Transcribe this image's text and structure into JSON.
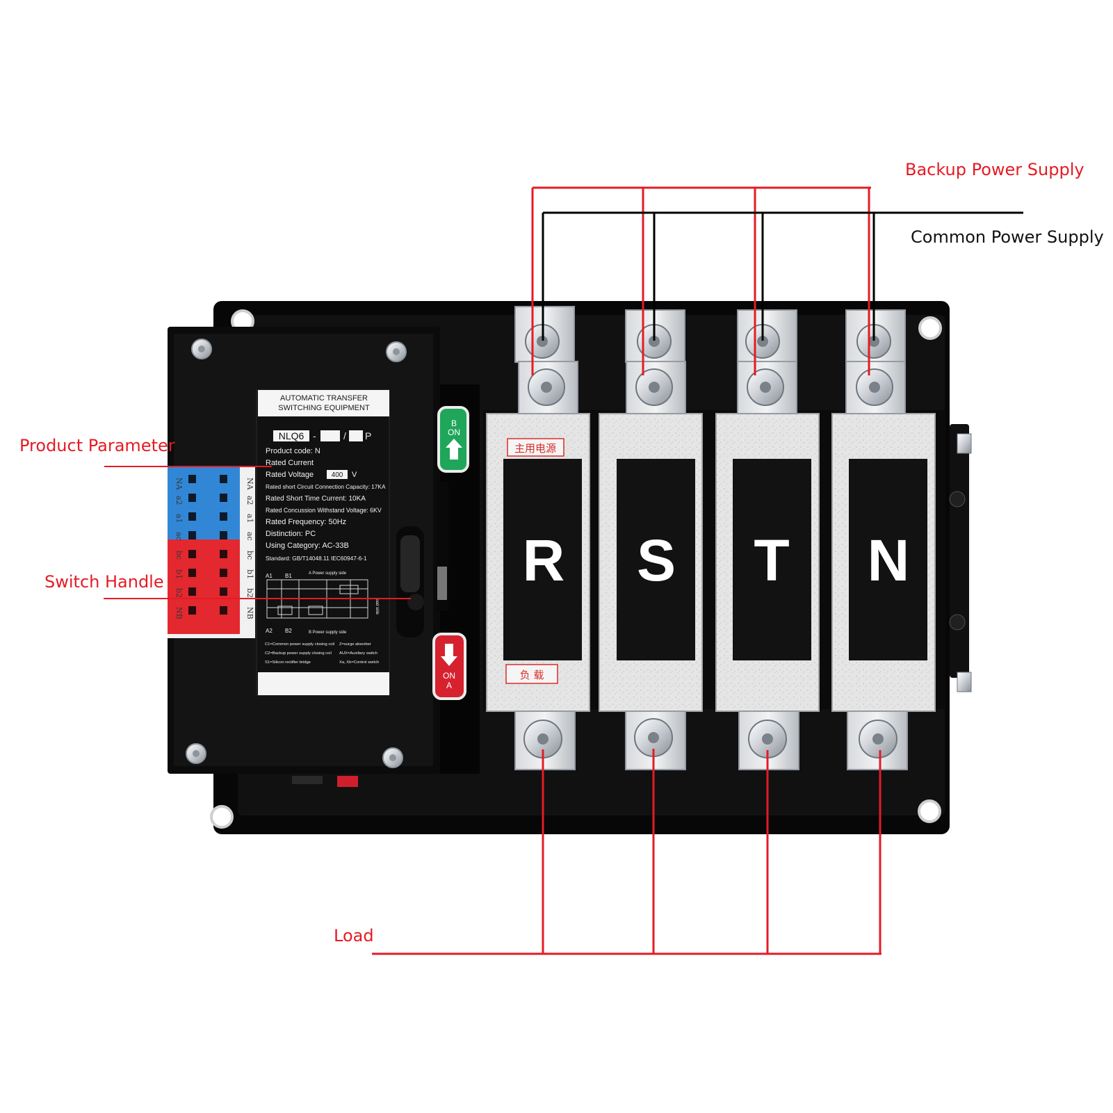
{
  "callouts": {
    "backup_power_supply": "Backup Power Supply",
    "common_power_supply": "Common Power Supply",
    "product_parameter": "Product Parameter",
    "switch_handle": "Switch Handle",
    "load": "Load"
  },
  "nameplate": {
    "title_line_1": "AUTOMATIC TRANSFER",
    "title_line_2": "SWITCHING EQUIPMENT",
    "model_prefix": "NLQ6",
    "model_dash": "-",
    "model_slash": "/",
    "model_suffix": "P",
    "specs": [
      "Product code: N",
      "Rated Current",
      "Rated Voltage",
      "Rated short Circuit Connection Capacity: 17KA",
      "Rated Short Time Current: 10KA",
      "Rated Concussion Withstand Voltage: 6KV",
      "Rated Frequency: 50Hz",
      "Distinction: PC",
      "Using Category: AC-33B",
      "Standard: GB/T14048.11 IEC60947-6-1"
    ],
    "rated_voltage_value": "400",
    "rated_voltage_unit": "V",
    "diagram_labels": {
      "a1": "A1",
      "b1": "B1",
      "a2": "A2",
      "b2": "B2",
      "power_side_top": "A Power supply side",
      "power_side_bottom": "B Power supply side",
      "load_side": "load side"
    },
    "legend": {
      "c1": "C1=Common power supply closing coil",
      "c2": "C2=Backup power supply closing coil",
      "s1": "S1=Silicon rectifier bridge",
      "z": "Z=surge absorber",
      "aux": "AUX=Auxiliary switch",
      "xa": "Xa, Xb=Control switch"
    }
  },
  "terminals": {
    "left_labels": [
      "NA",
      "a2",
      "a1",
      "ac",
      "bc",
      "b1",
      "b2",
      "NB"
    ],
    "right_labels": [
      "NA",
      "a2",
      "a1",
      "ac",
      "bc",
      "b1",
      "b2",
      "NB"
    ]
  },
  "controls": {
    "on_b_label": "ON",
    "b_label": "B",
    "on_a_label": "ON",
    "a_label": "A"
  },
  "poles": {
    "letters": [
      "R",
      "S",
      "T",
      "N"
    ],
    "main_source_tag": "主用电源",
    "load_tag": "负 载"
  },
  "colors": {
    "callout_red": "#e51b24",
    "callout_black": "#111111",
    "terminal_blue": "#3187d6",
    "terminal_red": "#e3282f",
    "button_green": "#1fa65a",
    "button_red": "#d6222f"
  }
}
